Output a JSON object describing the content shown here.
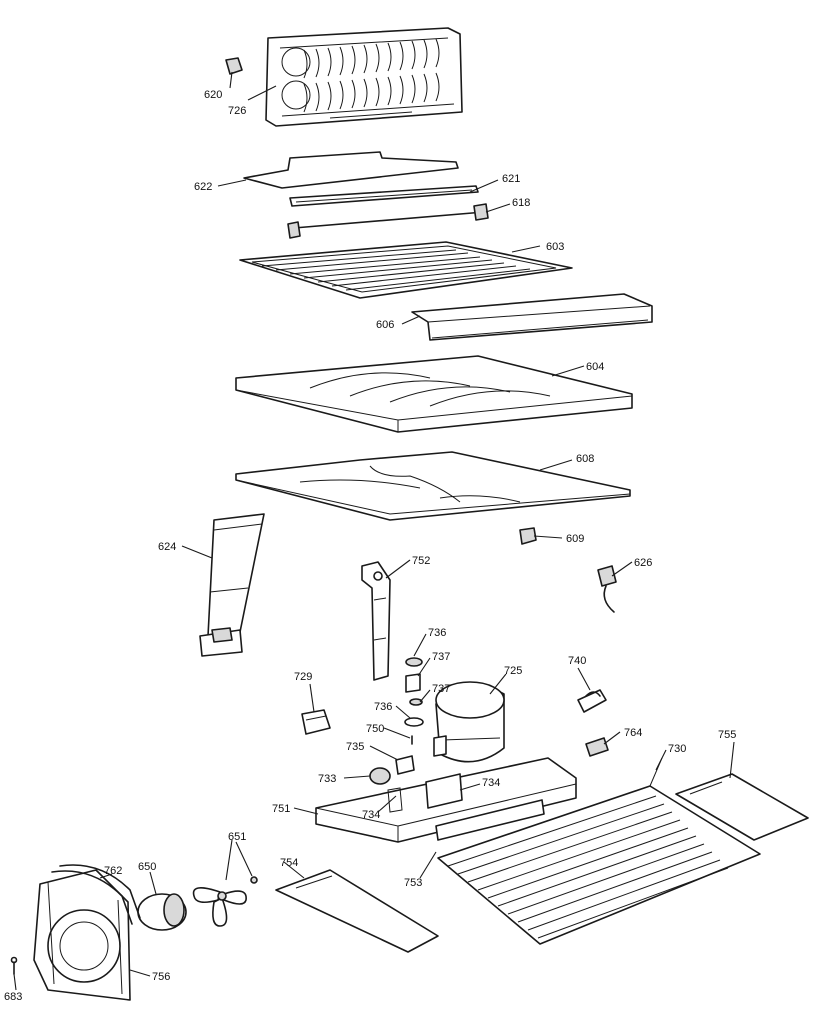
{
  "callouts": [
    {
      "id": "620",
      "label": "620"
    },
    {
      "id": "726",
      "label": "726"
    },
    {
      "id": "622",
      "label": "622"
    },
    {
      "id": "621",
      "label": "621"
    },
    {
      "id": "618",
      "label": "618"
    },
    {
      "id": "603",
      "label": "603"
    },
    {
      "id": "606",
      "label": "606"
    },
    {
      "id": "604",
      "label": "604"
    },
    {
      "id": "608",
      "label": "608"
    },
    {
      "id": "609",
      "label": "609"
    },
    {
      "id": "624",
      "label": "624"
    },
    {
      "id": "752",
      "label": "752"
    },
    {
      "id": "626",
      "label": "626"
    },
    {
      "id": "736a",
      "label": "736"
    },
    {
      "id": "737a",
      "label": "737"
    },
    {
      "id": "729",
      "label": "729"
    },
    {
      "id": "725",
      "label": "725"
    },
    {
      "id": "740",
      "label": "740"
    },
    {
      "id": "736b",
      "label": "736"
    },
    {
      "id": "737b",
      "label": "737"
    },
    {
      "id": "750",
      "label": "750"
    },
    {
      "id": "735",
      "label": "735"
    },
    {
      "id": "764",
      "label": "764"
    },
    {
      "id": "730",
      "label": "730"
    },
    {
      "id": "755",
      "label": "755"
    },
    {
      "id": "733",
      "label": "733"
    },
    {
      "id": "734a",
      "label": "734"
    },
    {
      "id": "751",
      "label": "751"
    },
    {
      "id": "734b",
      "label": "734"
    },
    {
      "id": "753",
      "label": "753"
    },
    {
      "id": "651",
      "label": "651"
    },
    {
      "id": "762",
      "label": "762"
    },
    {
      "id": "650",
      "label": "650"
    },
    {
      "id": "754",
      "label": "754"
    },
    {
      "id": "756",
      "label": "756"
    },
    {
      "id": "683",
      "label": "683"
    }
  ]
}
